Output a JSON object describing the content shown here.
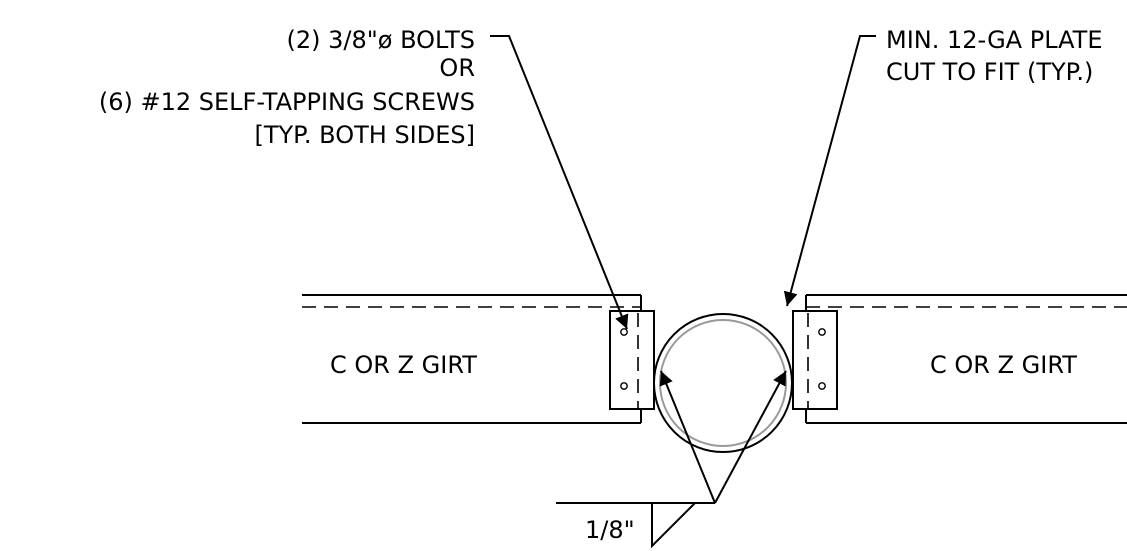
{
  "callouts": {
    "fasteners": {
      "line1": "(2) 3/8\"ø BOLTS",
      "line2": "OR",
      "line3": "(6) #12 SELF-TAPPING SCREWS",
      "line4": "[TYP. BOTH SIDES]"
    },
    "plate": {
      "line1": "MIN. 12-GA PLATE",
      "line2": "CUT TO FIT (TYP.)"
    }
  },
  "girt_left": {
    "label": "C OR Z GIRT"
  },
  "girt_right": {
    "label": "C OR Z GIRT"
  },
  "weld": {
    "size": "1/8\""
  }
}
